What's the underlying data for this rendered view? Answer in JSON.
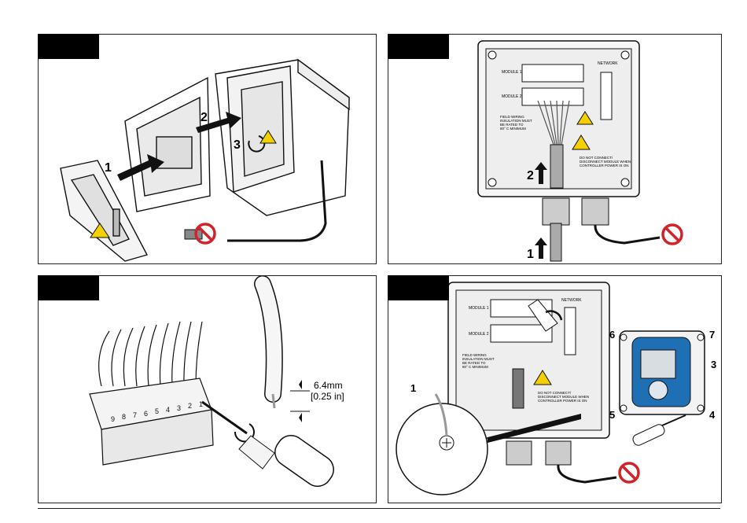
{
  "panels": {
    "p1": {
      "callouts": [
        "1",
        "2",
        "3"
      ]
    },
    "p2": {
      "callouts": [
        "1",
        "2"
      ],
      "module1": "MODULE 1",
      "module2": "MODULE 2",
      "network": "NETWORK",
      "field_wiring": [
        "FIELD WIRING",
        "INSULATION MUST",
        "BE RATED TO",
        "80° C MINIMUM"
      ],
      "warning": [
        "DO NOT CONNECT/",
        "DISCONNECT MODULE WHEN",
        "CONTROLLER POWER IS ON"
      ]
    },
    "p3": {
      "pin_numbers": [
        "1",
        "2",
        "3",
        "4",
        "5",
        "6",
        "7",
        "8",
        "9"
      ],
      "dimension_mm": "6.4mm",
      "dimension_in": "[0.25 in]"
    },
    "p4": {
      "callouts": [
        "1",
        "3",
        "4",
        "5",
        "6",
        "7"
      ],
      "module1": "MODULE 1",
      "module2": "MODULE 2",
      "network": "NETWORK",
      "field_wiring": [
        "FIELD WIRING",
        "INSULATION MUST",
        "BE RATED TO",
        "80° C MINIMUM"
      ],
      "warning": [
        "DO NOT CONNECT/",
        "DISCONNECT MODULE WHEN",
        "CONTROLLER POWER IS ON"
      ]
    }
  },
  "colors": {
    "tab": "#000000",
    "prohibit": "#d3232a",
    "warning": "#f5d000",
    "display": "#1f6fb5"
  },
  "icons": [
    "prohibited-plug-icon",
    "warning-triangle-icon",
    "screwdriver-icon",
    "rotate-arrow-icon"
  ]
}
